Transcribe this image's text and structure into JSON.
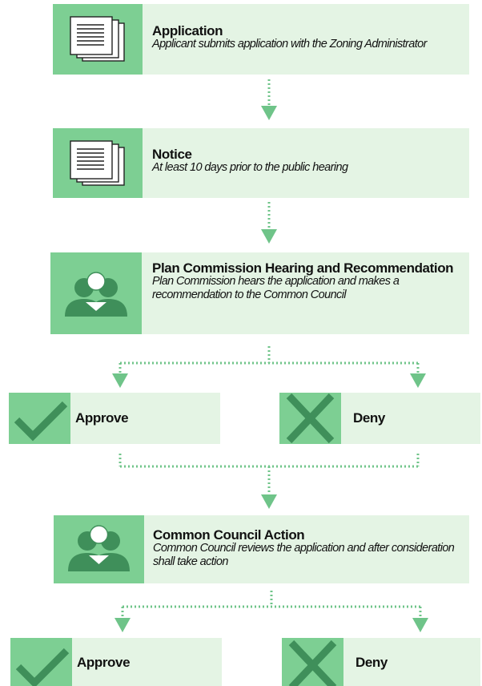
{
  "colors": {
    "box_fill": "#e4f4e4",
    "icon_fill": "#7dcf93",
    "icon_dark": "#3f8f5a",
    "connector": "#6fc489"
  },
  "steps": [
    {
      "title": "Application",
      "description": "Applicant submits application with the Zoning Administrator",
      "icon": "document-stack-icon"
    },
    {
      "title": "Notice",
      "description": "At least 10 days prior to the public hearing",
      "icon": "document-stack-icon"
    },
    {
      "title": "Plan Commission Hearing and Recommendation",
      "description": "Plan Commission hears the application and makes a recommendation to the Common Council",
      "icon": "people-group-icon"
    },
    {
      "title": "Common Council Action",
      "description": "Common Council reviews the application and after consideration shall take action",
      "icon": "people-group-icon"
    }
  ],
  "decisions": [
    {
      "approve_label": "Approve",
      "deny_label": "Deny"
    },
    {
      "approve_label": "Approve",
      "deny_label": "Deny"
    }
  ]
}
